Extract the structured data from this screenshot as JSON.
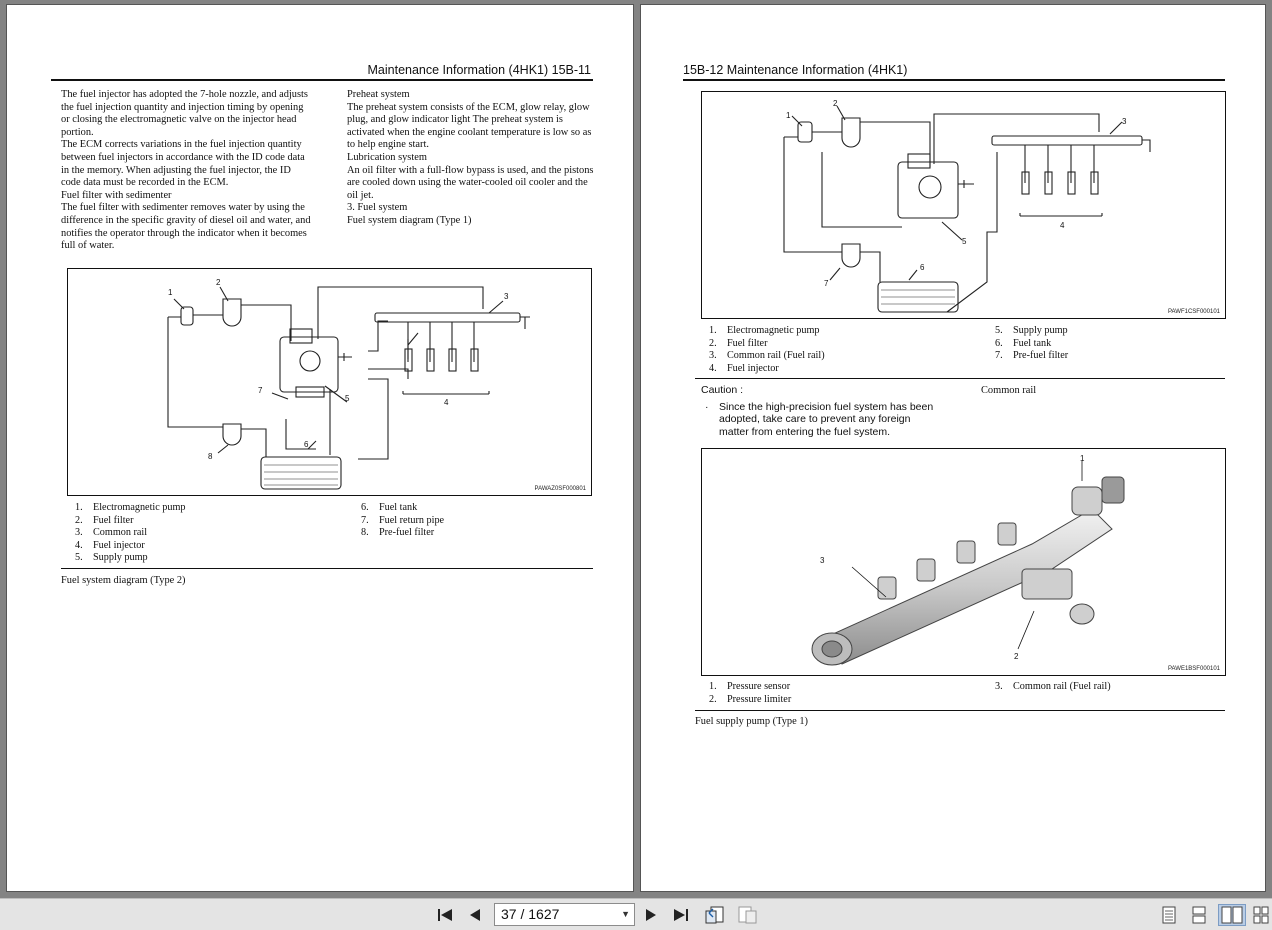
{
  "toolbar": {
    "page_indicator": "37 / 1627"
  },
  "left_page": {
    "header": "Maintenance Information (4HK1)   15B-11",
    "col1": [
      "The fuel injector has adopted the 7-hole nozzle, and adjusts the fuel injection quantity and injection timing by opening or closing the electromagnetic valve on the injector head portion.",
      "The ECM corrects variations in the fuel injection quantity between fuel injectors in accordance with the ID code data in the memory. When adjusting the fuel injector, the ID code data must be recorded in the ECM."
    ],
    "col1_heading": "Fuel filter with sedimenter",
    "col1_body": "The fuel filter with sedimenter removes water by using the difference in the specific gravity of diesel oil and water, and notifies the operator through the indicator when it becomes full of water.",
    "col2_h1": "Preheat system",
    "col2_p1": "The preheat system consists of the ECM, glow relay, glow plug, and glow indicator light The preheat system is activated when the engine coolant temperature is low so as to help engine start.",
    "col2_h2": "Lubrication system",
    "col2_p2": "An oil filter with a full-flow bypass is used, and the pistons are cooled down using the water-cooled oil cooler and the oil jet.",
    "col2_h3": "3.   Fuel system",
    "col2_h4": "Fuel system diagram (Type 1)",
    "figure": {
      "code": "PAWAZ0SF000801",
      "callouts": [
        "1",
        "2",
        "3",
        "4",
        "5",
        "6",
        "7",
        "8"
      ]
    },
    "legend_left": [
      {
        "num": "1.",
        "text": "Electromagnetic pump"
      },
      {
        "num": "2.",
        "text": "Fuel filter"
      },
      {
        "num": "3.",
        "text": "Common rail"
      },
      {
        "num": "4.",
        "text": "Fuel injector"
      },
      {
        "num": "5.",
        "text": "Supply pump"
      }
    ],
    "legend_right": [
      {
        "num": "6.",
        "text": "Fuel tank"
      },
      {
        "num": "7.",
        "text": "Fuel return pipe"
      },
      {
        "num": "8.",
        "text": "Pre-fuel filter"
      }
    ],
    "footer_heading": "Fuel system diagram (Type 2)"
  },
  "right_page": {
    "header": "15B-12   Maintenance Information (4HK1)",
    "figure1": {
      "code": "PAWF1CSF000101",
      "callouts": [
        "1",
        "2",
        "3",
        "4",
        "5",
        "6",
        "7"
      ]
    },
    "legend1_left": [
      {
        "num": "1.",
        "text": "Electromagnetic pump"
      },
      {
        "num": "2.",
        "text": "Fuel filter"
      },
      {
        "num": "3.",
        "text": "Common rail (Fuel rail)"
      },
      {
        "num": "4.",
        "text": "Fuel injector"
      }
    ],
    "legend1_right": [
      {
        "num": "5.",
        "text": "Supply pump"
      },
      {
        "num": "6.",
        "text": "Fuel tank"
      },
      {
        "num": "7.",
        "text": "Pre-fuel filter"
      }
    ],
    "caution_title": "Caution :",
    "caution_bullet": "·",
    "caution_text": "Since the high-precision fuel system has been adopted, take care to prevent any foreign matter from entering the fuel system.",
    "common_rail_heading": "Common rail",
    "figure2": {
      "code": "PAWE1BSF000101",
      "callouts": [
        "1",
        "2",
        "3"
      ]
    },
    "legend2_left": [
      {
        "num": "1.",
        "text": "Pressure sensor"
      },
      {
        "num": "2.",
        "text": "Pressure limiter"
      }
    ],
    "legend2_right": [
      {
        "num": "3.",
        "text": "Common rail (Fuel rail)"
      }
    ],
    "footer_heading": "Fuel supply pump (Type 1)"
  }
}
